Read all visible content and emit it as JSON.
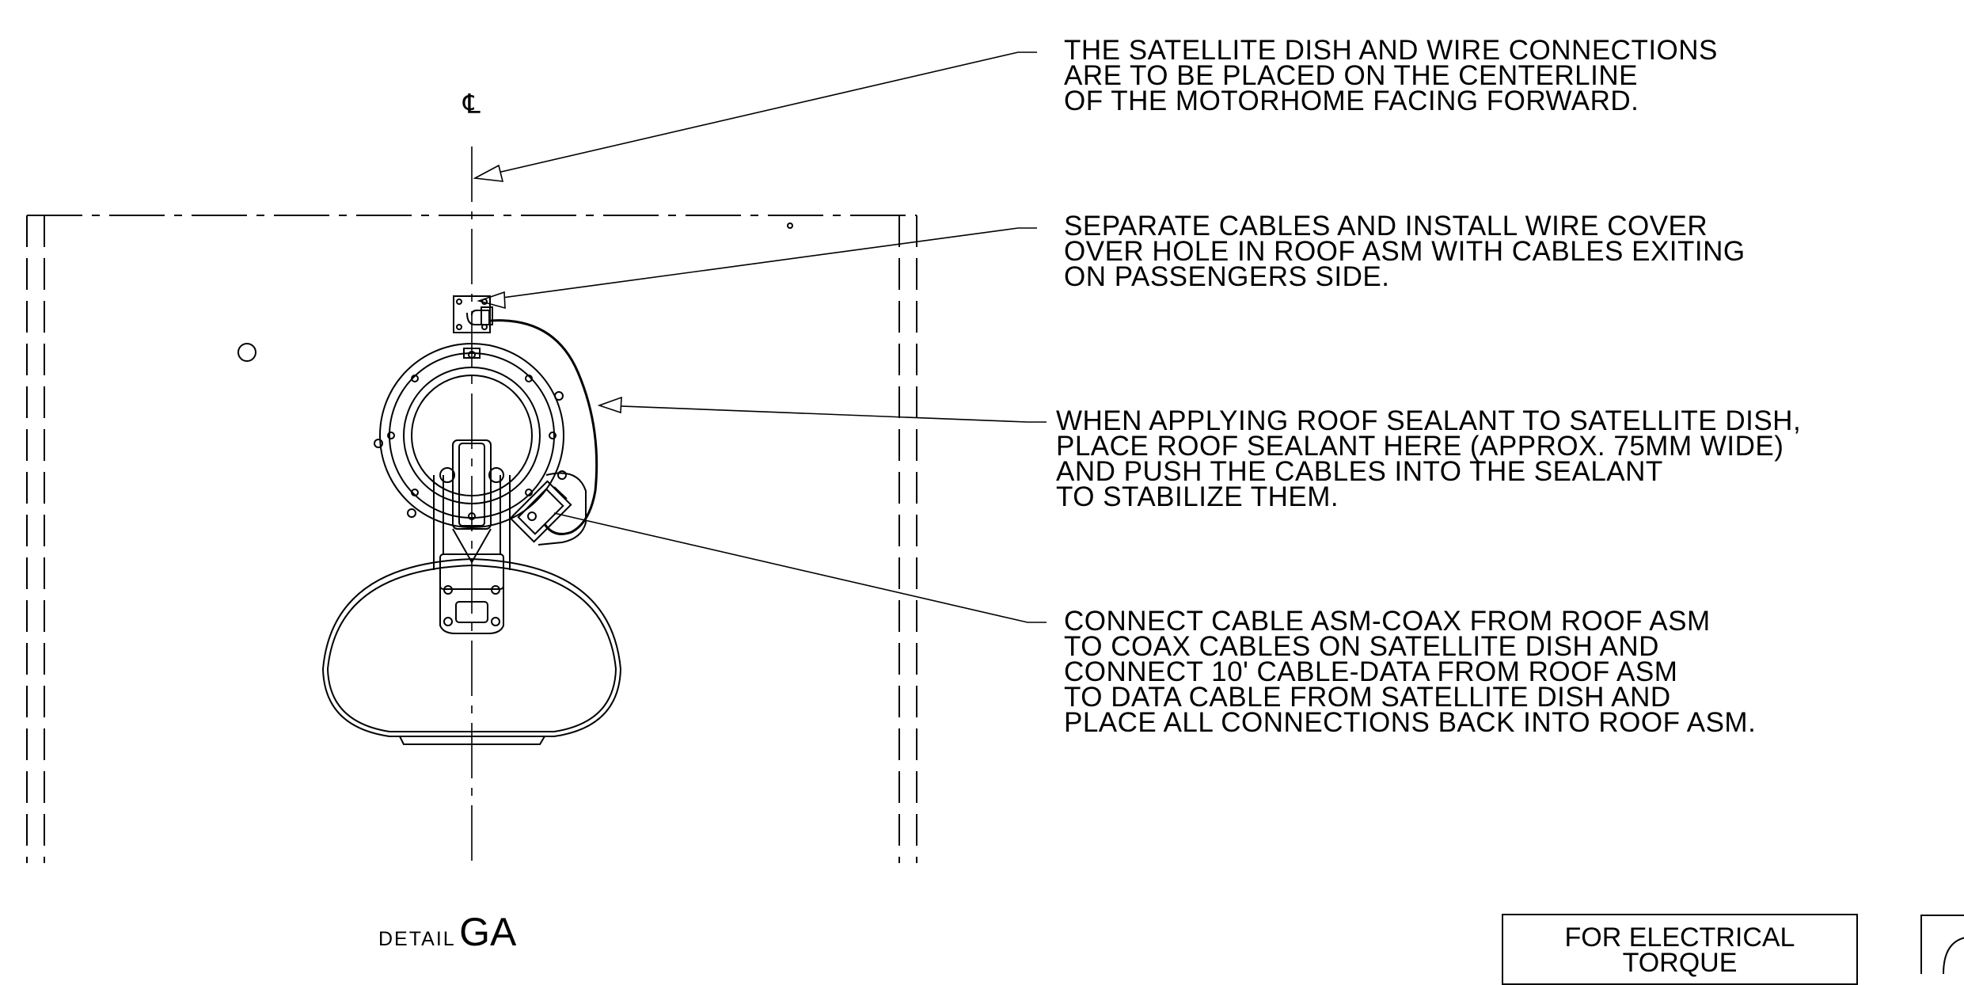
{
  "centerline_symbol": "℄",
  "notes": [
    {
      "lines": [
        "THE SATELLITE DISH AND WIRE CONNECTIONS",
        "ARE TO BE PLACED ON THE CENTERLINE",
        "OF THE MOTORHOME FACING FORWARD."
      ]
    },
    {
      "lines": [
        "SEPARATE CABLES AND INSTALL WIRE COVER",
        "OVER HOLE IN ROOF ASM WITH CABLES EXITING",
        "ON PASSENGERS SIDE."
      ]
    },
    {
      "lines": [
        "WHEN APPLYING ROOF SEALANT TO SATELLITE DISH,",
        "PLACE ROOF SEALANT HERE (APPROX. 75MM WIDE)",
        "AND PUSH THE CABLES INTO THE SEALANT",
        "TO STABILIZE THEM."
      ]
    },
    {
      "lines": [
        "CONNECT CABLE ASM-COAX FROM ROOF ASM",
        "TO COAX CABLES ON SATELLITE DISH AND",
        "CONNECT 10' CABLE-DATA FROM ROOF ASM",
        "TO DATA CABLE FROM SATELLITE DISH AND",
        "PLACE ALL CONNECTIONS BACK INTO ROOF ASM."
      ]
    }
  ],
  "detail": {
    "word": "DETAIL",
    "id": "GA"
  },
  "torque_box": {
    "lines": [
      "FOR ELECTRICAL",
      "TORQUE"
    ]
  }
}
